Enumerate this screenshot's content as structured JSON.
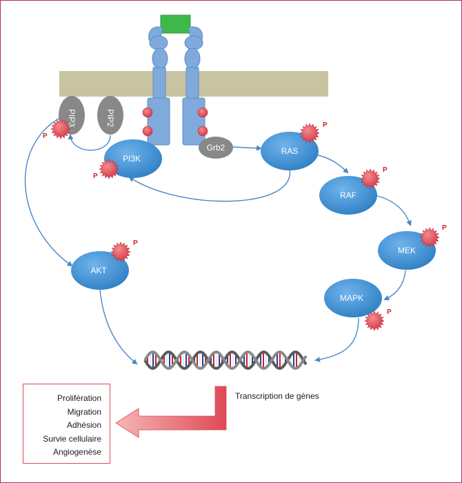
{
  "colors": {
    "membrane": "#c8c3a0",
    "receptor": "#7faadb",
    "ligand": "#3fb84a",
    "node_blue": "#3d8ed4",
    "node_gray": "#888888",
    "phospho": "#e0505a",
    "arrow": "#4a88c8",
    "output_arrow": "#e0505a"
  },
  "nodes": {
    "pip3": "PIP3",
    "pip2": "PIP2",
    "pi3k": "PI3K",
    "grb2": "Grb2",
    "ras": "RAS",
    "raf": "RAF",
    "mek": "MEK",
    "mapk": "MAPK",
    "akt": "AKT"
  },
  "phospho_label": "P",
  "transcription_label": "Transcription de gènes",
  "outcomes": [
    "Prolifération",
    "Migration",
    "Adhésion",
    "Survie cellulaire",
    "Angiogenèse"
  ]
}
